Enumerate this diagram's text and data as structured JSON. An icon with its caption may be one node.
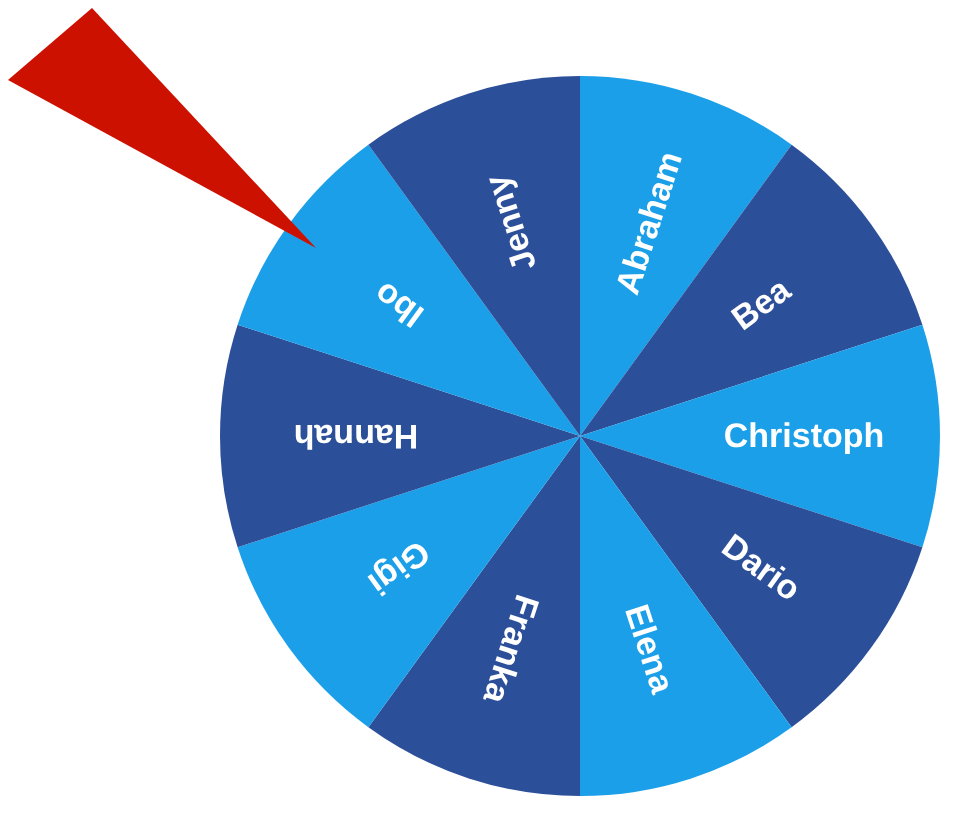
{
  "diagram": {
    "nodes": [
      {
        "text": [],
        "shape": "triangle"
      },
      {
        "text": [
          "Abraham"
        ]
      },
      {
        "text": [
          "Bea"
        ]
      },
      {
        "text": [
          "Christoph"
        ]
      },
      {
        "text": [
          "Dario"
        ]
      },
      {
        "text": [
          "Elena"
        ]
      },
      {
        "text": [
          "Franka"
        ]
      },
      {
        "text": [
          "Gigi"
        ]
      },
      {
        "text": [
          "Hannah"
        ]
      },
      {
        "text": [
          "Ibo"
        ]
      },
      {
        "text": [
          "Jenny"
        ]
      }
    ]
  }
}
